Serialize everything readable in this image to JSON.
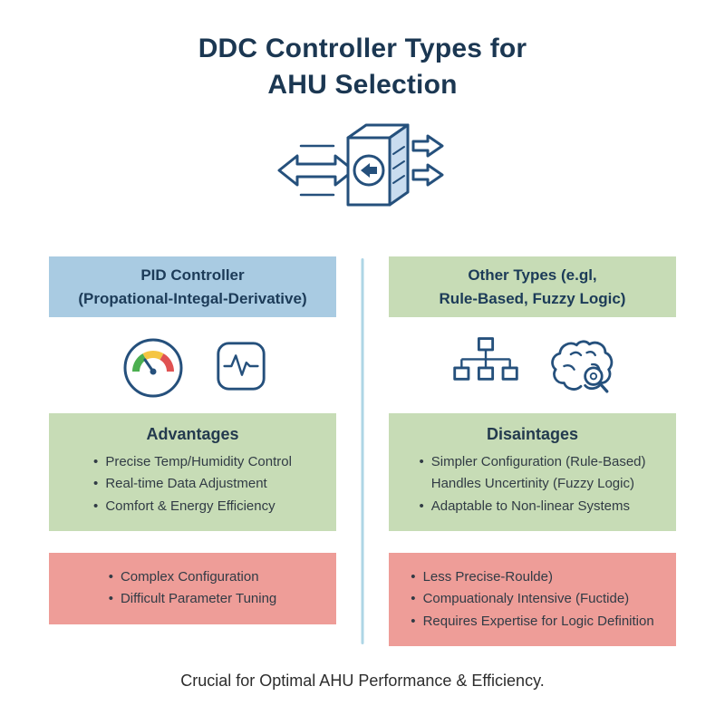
{
  "page": {
    "title_line1": "DDC Controller Types for",
    "title_line2": "AHU Selection",
    "footer": "Crucial for Optimal AHU Performance & Efficiency."
  },
  "left_column": {
    "header_line1": "PID Controller",
    "header_line2": "(Propational-Integal-Derivative)",
    "advantages": {
      "title": "Advantages",
      "items": [
        "Precise Temp/Humidity Control",
        "Real-time Data Adjustment",
        "Comfort & Energy Efficiency"
      ]
    },
    "disadvantages": {
      "items": [
        "Complex Configuration",
        "Difficult Parameter Tuning"
      ]
    }
  },
  "right_column": {
    "header_line1": "Other Types (e.gl,",
    "header_line2": "Rule-Based, Fuzzy Logic)",
    "advantages": {
      "title": "Disaintages",
      "items": [
        "Simpler Configuration (Rule-Based)",
        "Handles Uncertinity (Fuzzy Logic)",
        "Adaptable to Non-linear Systems"
      ]
    },
    "disadvantages": {
      "items": [
        "Less Precise-Roulde)",
        "Compuationaly Intensive (Fuctide)",
        "Requires Expertise for Logic Definition"
      ]
    }
  },
  "bullet": "•",
  "icons": {
    "ahu": "ahu-unit-icon",
    "gauge": "gauge-icon",
    "waveform": "waveform-icon",
    "flowchart": "flowchart-icon",
    "brain": "brain-icon"
  },
  "colors": {
    "title_navy": "#1b3752",
    "icon_navy": "#25507c",
    "blue_header": "#a9cbe2",
    "green_box": "#c7dcb6",
    "red_box": "#ee9d98",
    "divider_blue": "#aed6e6",
    "gauge_green": "#4caf50",
    "gauge_yellow": "#f5c542",
    "gauge_red": "#e05252"
  }
}
